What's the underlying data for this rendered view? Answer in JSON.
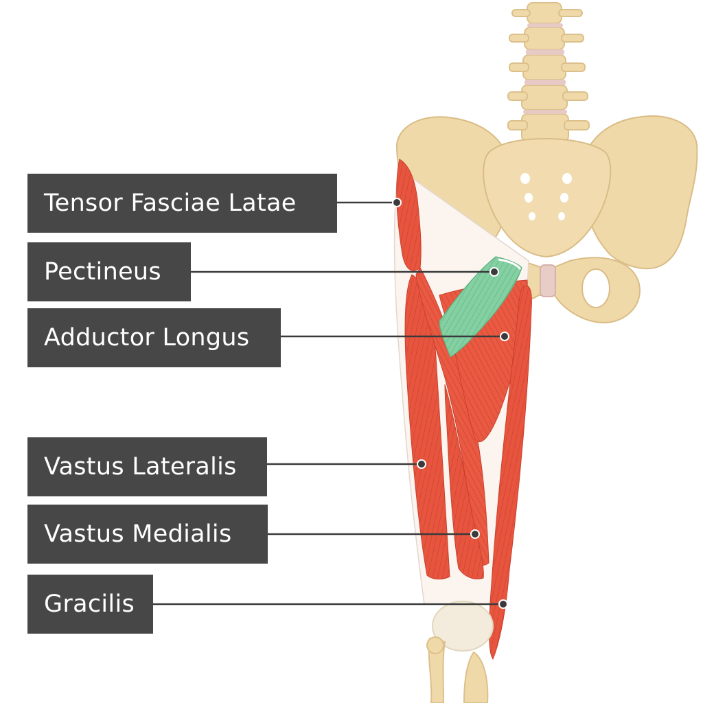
{
  "labels": {
    "tensor_fasciae_latae": "Tensor Fasciae Latae",
    "pectineus": "Pectineus",
    "adductor_longus": "Adductor Longus",
    "vastus_lateralis": "Vastus Lateralis",
    "vastus_medialis": "Vastus Medialis",
    "gracilis": "Gracilis"
  },
  "colors": {
    "label_background": "#474747",
    "label_text": "#ffffff",
    "bone": "#f0d9a8",
    "muscle": "#e8553f",
    "highlighted_muscle": "#7ccc9c",
    "leader_line": "#3a3a3a"
  },
  "highlighted_structure": "pectineus"
}
